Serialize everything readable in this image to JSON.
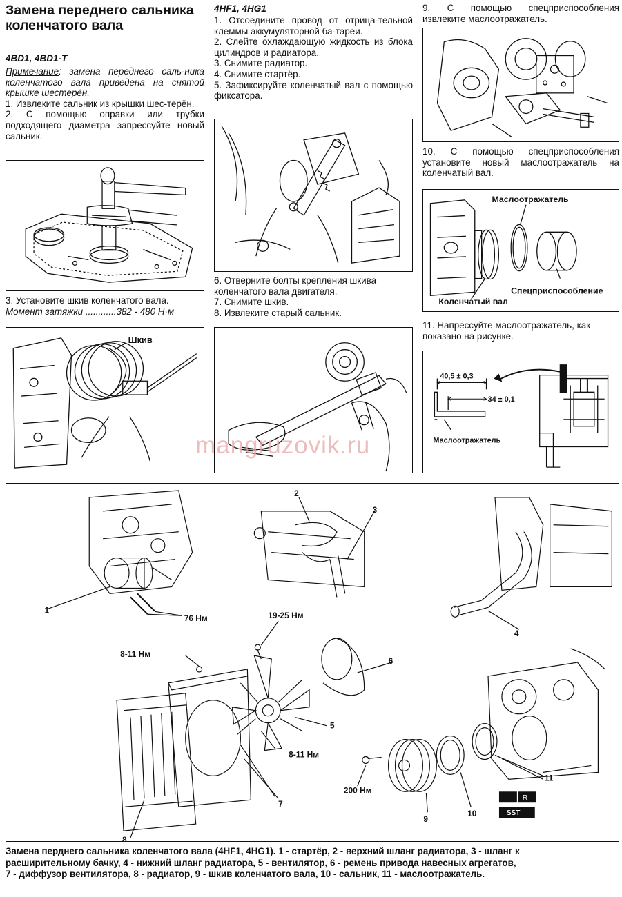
{
  "page": {
    "title": "Замена переднего сальника коленчатого вала",
    "watermark": "mangruzovik.ru"
  },
  "col1": {
    "engine_header": "4BD1, 4BD1-T",
    "note_label": "Примечание",
    "note_text": ": замена переднего саль-ника коленчатого вала приведена на снятой крышке шестерён.",
    "steps_a": [
      "1. Извлеките сальник из крышки шес-терён.",
      "2. С помощью оправки или трубки подходящего диаметра запрессуйте новый сальник."
    ],
    "step3": "3. Установите шкив коленчатого вала.",
    "torque": "Момент затяжки ............382 - 480 Н·м",
    "fig2_label": "Шкив"
  },
  "col2": {
    "engine_header": "4HF1, 4HG1",
    "steps_a": [
      "1. Отсоедините провод от отрица-тельной клеммы аккумуляторной ба-тареи.",
      "2. Слейте охлаждающую жидкость из блока цилиндров и радиатора.",
      "3. Снимите радиатор.",
      "4. Снимите стартёр.",
      "5. Зафиксируйте коленчатый вал с помощью фиксатора."
    ],
    "steps_b": [
      "6. Отверните болты крепления шкива коленчатого вала двигателя.",
      "7. Снимите шкив.",
      "8. Извлеките старый сальник."
    ]
  },
  "col3": {
    "step9": "9. С помощью спецприспособления извлеките маслоотражатель.",
    "step10": "10. С помощью спецприспособления установите новый маслоотражатель на коленчатый вал.",
    "step11": "11. Напрессуйте маслоотражатель, как показано на рисунке.",
    "fig2_labels": {
      "deflector": "Маслоотражатель",
      "tool": "Спецприспособление",
      "crankshaft": "Коленчатый вал"
    },
    "fig3_labels": {
      "dim1": "40,5 ± 0,3",
      "dim2": "34 ± 0,1",
      "deflector": "Маслоотражатель"
    }
  },
  "diagram": {
    "callouts": [
      "1",
      "2",
      "3",
      "4",
      "5",
      "6",
      "7",
      "8",
      "9",
      "10",
      "11"
    ],
    "torques": {
      "starter": "76 Нм",
      "fan_top": "19-25 Нм",
      "shroud": "8-11 Нм",
      "fan_bottom": "8-11 Нм",
      "pulley": "200 Нм"
    },
    "badges": [
      "R",
      "SST"
    ]
  },
  "caption": {
    "line1": "Замена перднего сальника коленчатого вала (4HF1, 4HG1). 1 - стартёр, 2 - верхний шланг радиатора, 3 - шланг к",
    "line2": "расширительному бачку, 4 - нижний шланг радиатора, 5 - вентилятор, 6 - ремень привода навесных агрегатов,",
    "line3": "7 - диффузор вентилятора, 8 - радиатор, 9 - шкив коленчатого вала, 10 - сальник, 11 - маслоотражатель."
  }
}
